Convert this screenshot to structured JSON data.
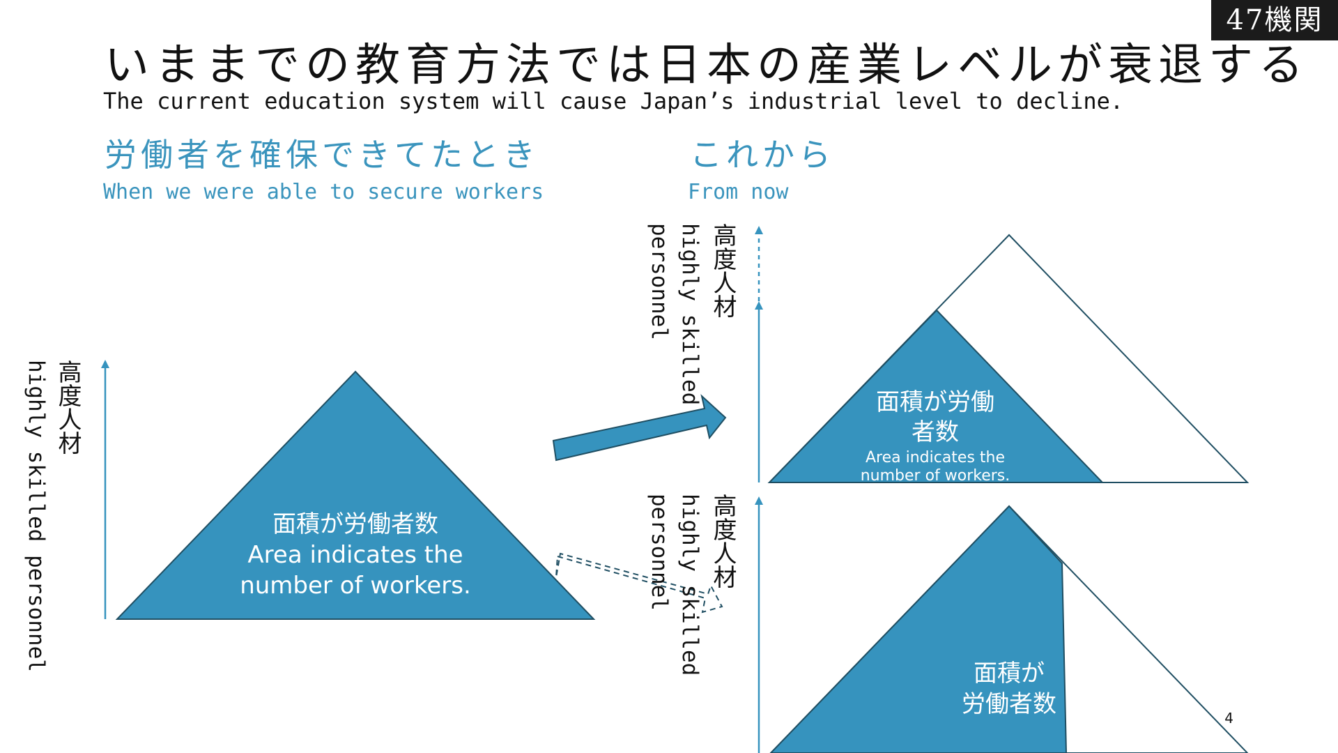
{
  "slide": {
    "title_jp": "いままでの教育方法では日本の産業レベルが衰退する",
    "title_en": "The current education system will cause Japan’s industrial level to decline.",
    "page_number": "4",
    "logo_text": "47機関"
  },
  "left_section": {
    "heading_jp": "労働者を確保できてたとき",
    "heading_en": "When we were able to secure workers",
    "axis_label_jp": "高度人材",
    "axis_label_en": "highly skilled personnel",
    "triangle_label_jp": "面積が労働者数",
    "triangle_label_en_1": "Area indicates the",
    "triangle_label_en_2": "number of workers."
  },
  "right_section": {
    "heading_jp": "これから",
    "heading_en": "From now",
    "top_diagram": {
      "axis_label_jp": "高度人材",
      "axis_label_en_1": "highly skilled",
      "axis_label_en_2": "personnel",
      "triangle_label_jp_1": "面積が労働",
      "triangle_label_jp_2": "者数",
      "triangle_label_en_1": "Area indicates the",
      "triangle_label_en_2": "number of workers."
    },
    "bottom_diagram": {
      "axis_label_jp": "高度人材",
      "axis_label_en_1": "highly skilled",
      "axis_label_en_2": "personnel",
      "triangle_label_jp_1": "面積が",
      "triangle_label_jp_2": "労働者数"
    }
  },
  "colors": {
    "accent": "#3693be",
    "heading": "#3a94bd",
    "outline": "#1f4e62",
    "text": "#111111"
  }
}
